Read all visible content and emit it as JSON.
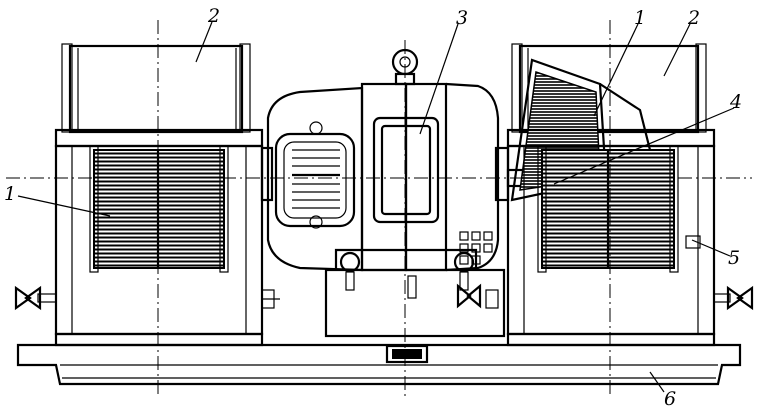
{
  "labels": {
    "left_fan_housing": "2",
    "motor": "3",
    "right_impeller": "1",
    "right_fan_housing": "2",
    "shaft_coupling": "4",
    "left_impeller": "1",
    "guide_vane": "5",
    "base_frame": "6"
  }
}
